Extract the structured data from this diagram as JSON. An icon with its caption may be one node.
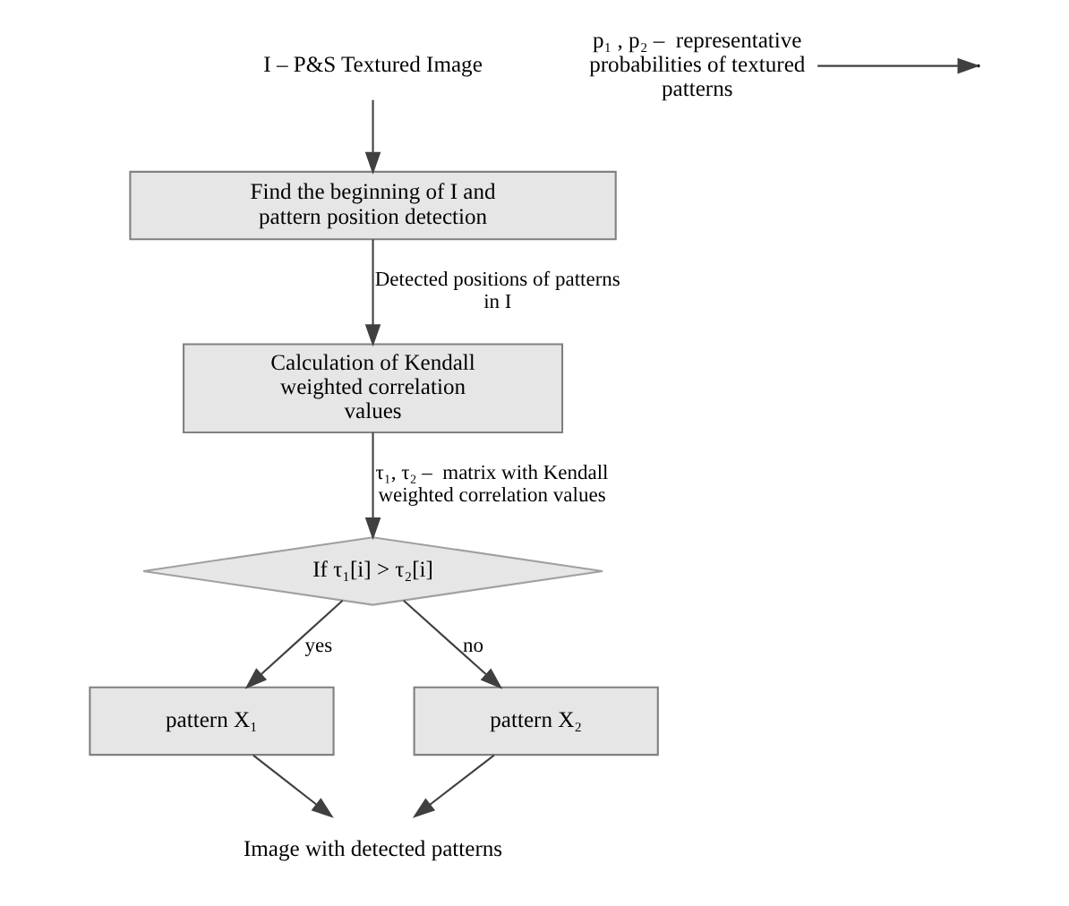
{
  "diagram": {
    "nodes": [
      {
        "text": [
          "I – P&S Textured Image"
        ]
      },
      {
        "text": [
          "p₁ , p₂ –  representative probabilities of textured patterns"
        ]
      },
      {
        "text": [
          "Find the beginning of I and pattern position detection"
        ]
      },
      {
        "text": [
          "Calculation of Kendall weighted correlation values"
        ]
      },
      {
        "text": [
          "If τ₁[i] > τ₂[i]"
        ]
      },
      {
        "text": [
          "pattern X₁"
        ]
      },
      {
        "text": [
          "pattern X₂"
        ]
      },
      {
        "text": [
          "Image with detected patterns"
        ]
      }
    ],
    "edges": [
      {
        "from": 0,
        "to": 2,
        "arrow": "to"
      },
      {
        "from": 1,
        "to": null,
        "arrow": "to"
      },
      {
        "from": 2,
        "to": 3,
        "arrow": "to",
        "label": "Detected positions of patterns in I"
      },
      {
        "from": 3,
        "to": 4,
        "arrow": "to",
        "label": "τ₁, τ₂ –  matrix with Kendall weighted correlation values"
      },
      {
        "from": 4,
        "to": 5,
        "arrow": "to",
        "label": "yes"
      },
      {
        "from": 4,
        "to": 6,
        "arrow": "to",
        "label": "no"
      },
      {
        "from": 5,
        "to": 7,
        "arrow": "to"
      },
      {
        "from": 6,
        "to": 7,
        "arrow": "to"
      }
    ]
  }
}
